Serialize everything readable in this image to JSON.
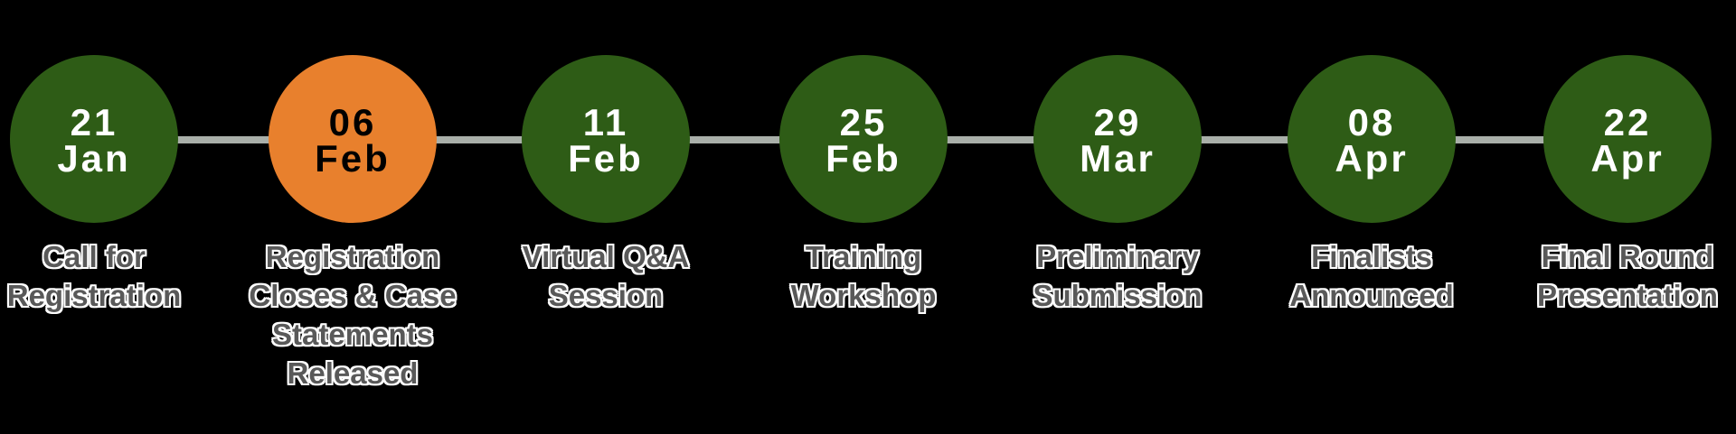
{
  "timeline": {
    "description": "Competition milestone timeline",
    "colors": {
      "background": "#000000",
      "milestone_green": "#2E5C16",
      "milestone_orange": "#E8802D",
      "connector_gray": "#A9AFA9",
      "date_text_on_green": "#FFFFFF",
      "date_text_on_orange": "#000000",
      "label_text": "#595959",
      "label_outline": "#FFFFFF"
    },
    "nodes": [
      {
        "day": "21",
        "month": "Jan",
        "label": "Call for\nRegistration",
        "highlight": false
      },
      {
        "day": "06",
        "month": "Feb",
        "label": "Registration\nCloses & Case\nStatements\nReleased",
        "highlight": true
      },
      {
        "day": "11",
        "month": "Feb",
        "label": "Virtual Q&A\nSession",
        "highlight": false
      },
      {
        "day": "25",
        "month": "Feb",
        "label": "Training\nWorkshop",
        "highlight": false
      },
      {
        "day": "29",
        "month": "Mar",
        "label": "Preliminary\nSubmission",
        "highlight": false
      },
      {
        "day": "08",
        "month": "Apr",
        "label": "Finalists\nAnnounced",
        "highlight": false
      },
      {
        "day": "22",
        "month": "Apr",
        "label": "Final Round\nPresentation",
        "highlight": false
      }
    ]
  }
}
